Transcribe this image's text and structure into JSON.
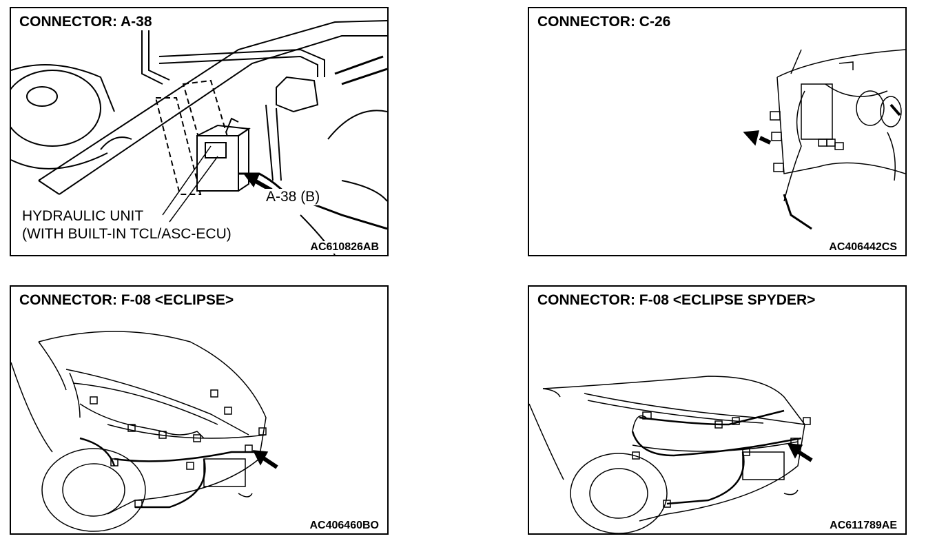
{
  "panels": [
    {
      "title": "CONNECTOR: A-38",
      "code": "AC610826AB",
      "callout": "A-38 (B)",
      "unit_label": [
        "HYDRAULIC UNIT",
        "(WITH BUILT-IN TCL/ASC-ECU)"
      ]
    },
    {
      "title": "CONNECTOR: C-26",
      "code": "AC406442CS"
    },
    {
      "title": "CONNECTOR: F-08 <ECLIPSE>",
      "code": "AC406460BO"
    },
    {
      "title": "CONNECTOR: F-08 <ECLIPSE SPYDER>",
      "code": "AC611789AE"
    }
  ]
}
